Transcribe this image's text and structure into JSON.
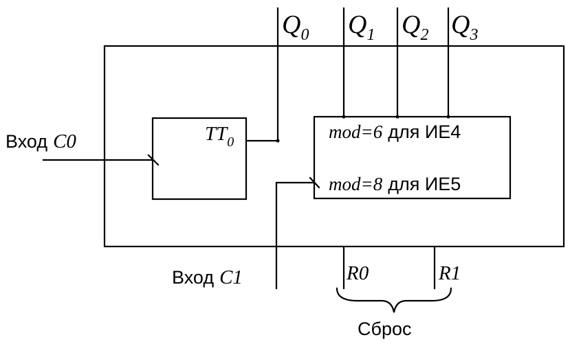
{
  "outputs": [
    {
      "letter": "Q",
      "sub": "0"
    },
    {
      "letter": "Q",
      "sub": "1"
    },
    {
      "letter": "Q",
      "sub": "2"
    },
    {
      "letter": "Q",
      "sub": "3"
    }
  ],
  "input_c0": {
    "word": "Вход",
    "signal": "C0"
  },
  "input_c1": {
    "word": "Вход",
    "signal": "C1"
  },
  "trigger": {
    "name": "TT",
    "sub": "0"
  },
  "counter": {
    "line1": {
      "mod": "mod=6",
      "text": "для ИЕ4"
    },
    "line2": {
      "mod": "mod=8",
      "text": "для ИЕ5"
    }
  },
  "reset": {
    "r0": "R0",
    "r1": "R1",
    "label": "Сброс"
  }
}
